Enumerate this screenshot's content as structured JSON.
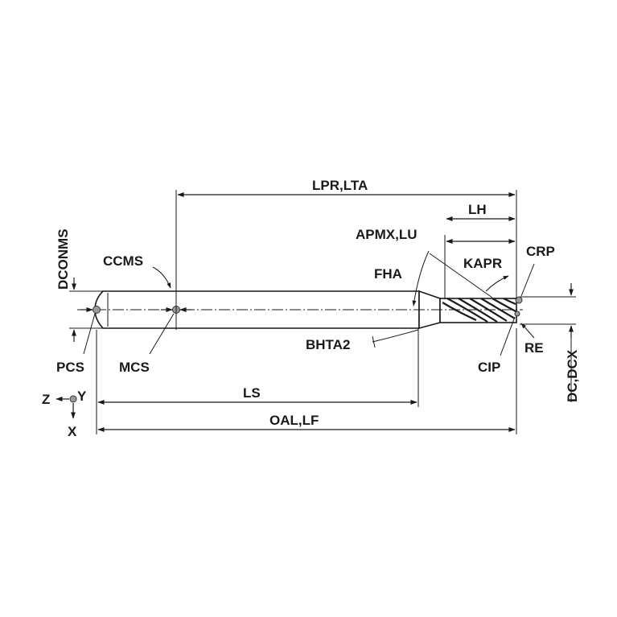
{
  "labels": {
    "lpr_lta": "LPR,LTA",
    "lh": "LH",
    "apmx_lu": "APMX,LU",
    "crp": "CRP",
    "kapr": "KAPR",
    "fha": "FHA",
    "dconms": "DCONMS",
    "ccms": "CCMS",
    "bhta2": "BHTA2",
    "pcs": "PCS",
    "mcs": "MCS",
    "cip": "CIP",
    "re": "RE",
    "dc_dcx": "DC,DCX",
    "ls": "LS",
    "oal_lf": "OAL,LF",
    "axis_z": "Z",
    "axis_y": "Y",
    "axis_x": "X"
  }
}
